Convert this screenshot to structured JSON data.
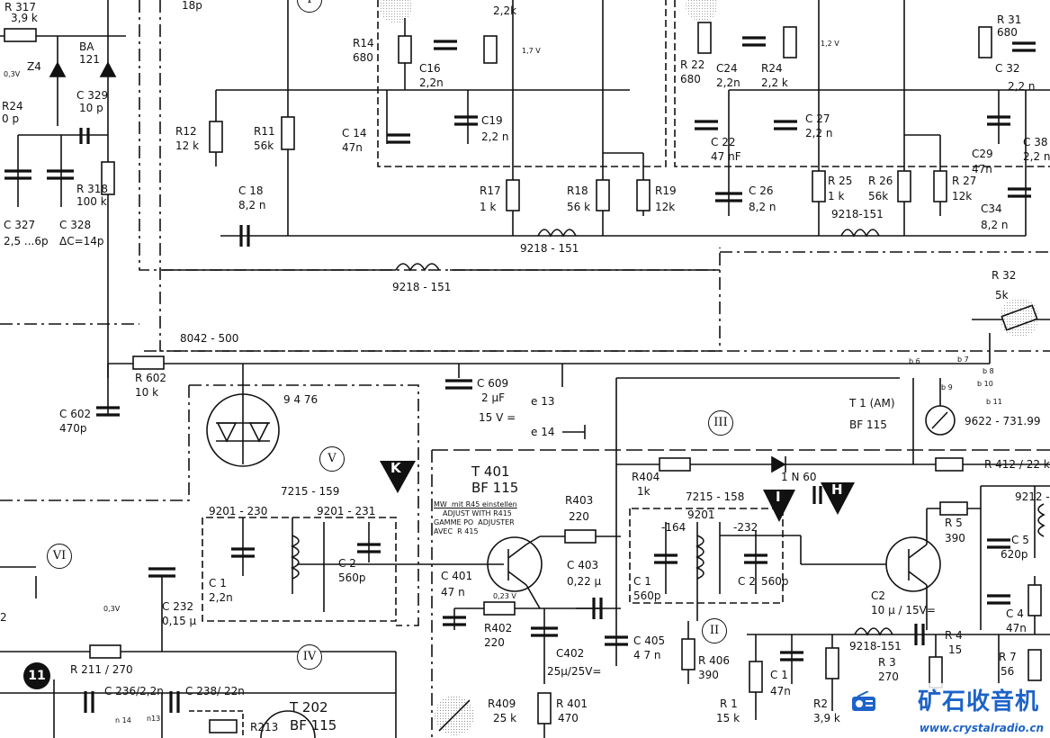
{
  "labels": {
    "r317": "R 317",
    "r317v": "3,9 k",
    "ba": "BA",
    "ba2": "121",
    "z4": "Z4",
    "v03a": "0,3V",
    "r24": "R24",
    "r24v": "0 p",
    "c329": "C 329",
    "c329v": "10 p",
    "r318": "R 318",
    "r318v": "100 k",
    "c327": "C 327",
    "c327v": "2,5 ...6p",
    "c328": "C 328",
    "c328v": "ΔC=14p",
    "c18p": "18p",
    "r14": "R14",
    "r14v": "680",
    "c16": "C16",
    "c16v": "2,2n",
    "r22k": "2,2k",
    "v17": "1,7 V",
    "r12": "R12",
    "r12v": "12 k",
    "r11": "R11",
    "r11v": "56k",
    "c14": "C 14",
    "c14v": "47n",
    "c19": "C19",
    "c19v": "2,2 n",
    "c18": "C 18",
    "c18v": "8,2 n",
    "r17": "R17",
    "r17v": "1 k",
    "r18": "R18",
    "r18v": "56 k",
    "r19": "R19",
    "r19v": "12k",
    "c26": "C 26",
    "c26v": "8,2 n",
    "coil1": "9218 - 151",
    "coil2": "9218 - 151",
    "r22": "R 22",
    "r22v": "680",
    "c24": "C24",
    "c24v": "2,2n",
    "r24b": "R24",
    "r24bv": "2,2 k",
    "v12": "1,2 V",
    "c22": "C 22",
    "c22v": "47 nF",
    "c27": "C 27",
    "c27v": "2,2 n",
    "r25": "R 25",
    "r25v": "1 k",
    "r26": "R 26",
    "r26v": "56k",
    "coil3": "9218-151",
    "r27": "R 27",
    "r27v": "12k",
    "r31": "R 31",
    "r31v": "680",
    "c32": "C 32",
    "c32v": "2,2 n",
    "c29": "C29",
    "c29v": "47n",
    "c38": "C 38",
    "c38v": "2,2 n",
    "c34": "C34",
    "c34v": "8,2 n",
    "r32": "R 32",
    "r32v": "5k",
    "net8042": "8042 - 500",
    "r602": "R 602",
    "r602v": "10 k",
    "c602": "C 602",
    "c602v": "470p",
    "ic9476": "9 4 76",
    "c609": "C 609",
    "c609v": "2 µF",
    "c609v2": "15 V =",
    "e13": "e 13",
    "e14": "e 14",
    "b6": "b 6",
    "b7": "b 7",
    "b8": "b 8",
    "b9": "b 9",
    "b10": "b 10",
    "b11": "b 11",
    "t1am": "T 1 (AM)",
    "t1type": "BF 115",
    "meter": "9622 - 731.99",
    "coil7215_159": "7215 - 159",
    "coil9201_230": "9201 - 230",
    "coil9201_231": "9201 - 231",
    "c1a": "C 1",
    "c1av": "2,2n",
    "c2a": "C 2",
    "c2av": "560p",
    "t401": "T 401",
    "t401type": "BF 115",
    "note1": "MW  mit R45 einstellen",
    "note2": "ADJUST WITH R415",
    "note3": "GAMME PO  ADJUSTER",
    "note4": "AVEC  R 415",
    "r403": "R403",
    "r403v": "220",
    "c401": "C 401",
    "c401v": "47 n",
    "v023": "0,23 V",
    "c403": "C 403",
    "c403v": "0,22 µ",
    "r402": "R402",
    "r402v": "220",
    "c402": "C402",
    "c402v": "25µ/25V=",
    "c405": "C 405",
    "c405v": "4 7 n",
    "r409": "R409",
    "r409v": "25 k",
    "r401": "R 401",
    "r401v": "470",
    "r404": "R404",
    "r404v": "1k",
    "d1n60": "1 N 60",
    "coil7215_158": "7215 - 158",
    "coil9201": "9201",
    "v164": "-164",
    "v232": "-232",
    "c1b": "C 1",
    "c1bv": "560p",
    "c2b": "C 2",
    "c2bv": "560p",
    "r412": "R 412 / 22 k",
    "r5": "R 5",
    "r5v": "390",
    "coil9212": "9212 -",
    "c5": "C 5",
    "c5v": "620p",
    "c4": "C 4",
    "c4v": "47n",
    "c2c": "C2",
    "c2cv": "10 µ / 15V=",
    "r4": "R 4",
    "r4v": "15",
    "coil9218b": "9218-151",
    "r406": "R 406",
    "r406v": "390",
    "r1": "R 1",
    "r1v": "15 k",
    "c1c": "C 1",
    "c1cv": "47n",
    "r2": "R2",
    "r2v": "3,9 k",
    "r3": "R 3",
    "r3v": "270",
    "r7": "R 7",
    "r7v": "56",
    "v03b": "0,3V",
    "c232": "C 232",
    "c232v": "0,15 µ",
    "r211": "R 211 / 270",
    "c236": "C 236/2,2n",
    "c238": "C 238/ 22n",
    "n14": "n 14",
    "n13": "n13",
    "r213": "R213",
    "t202": "T 202",
    "t202type": "BF 115",
    "p2": "2"
  },
  "markers": {
    "I": "I",
    "II": "II",
    "III": "III",
    "IV": "IV",
    "V": "V",
    "VI": "VI",
    "K": "K",
    "H": "H",
    "J": "I",
    "eleven": "11"
  },
  "watermark": {
    "cn": "矿石收音机",
    "url": "www.crystalradio.cn",
    "color": "#1d63c9"
  }
}
